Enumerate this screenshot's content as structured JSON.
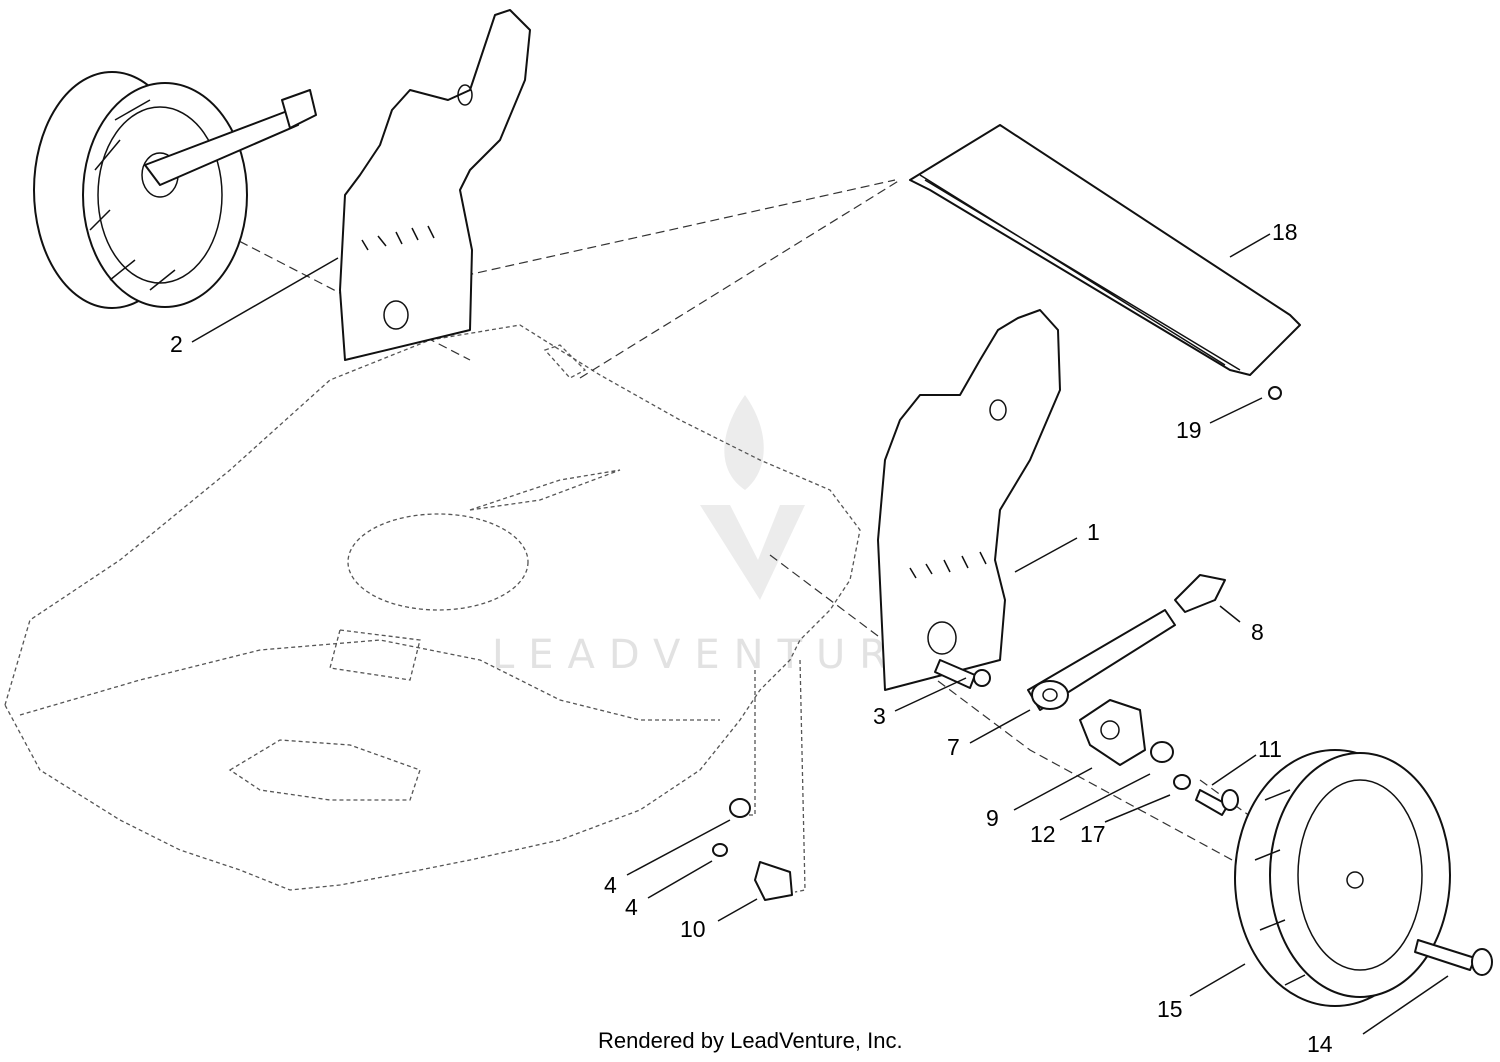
{
  "footer": {
    "text": "Rendered by LeadVenture, Inc."
  },
  "watermark": {
    "text": "LEADVENTURE",
    "color": "#e2e2e2"
  },
  "callouts": {
    "c1": "1",
    "c2": "2",
    "c3": "3",
    "c4a": "4",
    "c4b": "4",
    "c7": "7",
    "c8": "8",
    "c9": "9",
    "c10": "10",
    "c11": "11",
    "c12": "12",
    "c14": "14",
    "c15": "15",
    "c17": "17",
    "c18": "18",
    "c19": "19"
  }
}
